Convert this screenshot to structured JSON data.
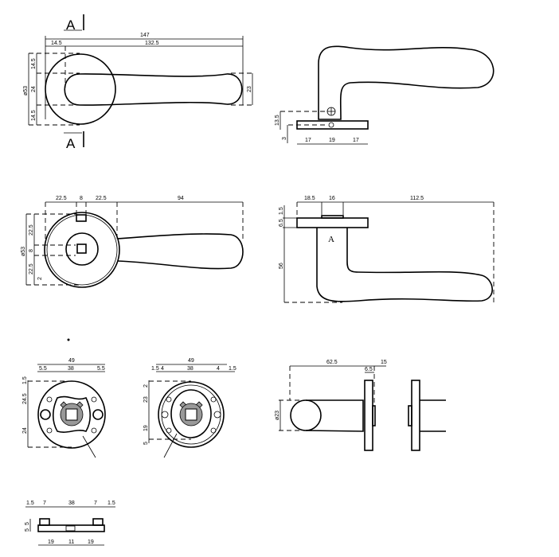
{
  "title": "Lever handle on round rosette - technical drawing",
  "section_marker": "A",
  "section_label": "A",
  "view_top": {
    "d_total": "147",
    "d_offset": "14.5",
    "d_lever": "132.5",
    "d_rosette": "ø53",
    "d_upper": "14.5",
    "d_mid": "24",
    "d_lower": "14.5",
    "d_grip": "23"
  },
  "view_side_top": {
    "d_height": "13.5",
    "d_plate": "3",
    "d_left": "17",
    "d_mid": "19",
    "d_right": "17"
  },
  "view_back": {
    "d_a": "22.5",
    "d_b": "8",
    "d_c": "22.5",
    "d_lever": "94",
    "d_rosette": "ø53",
    "d_up": "22.5",
    "d_sq": "8",
    "d_down": "22.5",
    "d_small": "2"
  },
  "view_side": {
    "d_a": "18.5",
    "d_b": "16",
    "d_c": "112.5",
    "d_top": "1.5",
    "d_plate": "6.5",
    "d_drop": "56"
  },
  "rosette_base_1": {
    "d_total": "49",
    "d_l": "5.5",
    "d_mid": "38",
    "d_r": "5.5",
    "d_top": "1.5",
    "d_up": "24.5",
    "d_down": "24"
  },
  "rosette_base_2": {
    "d_total": "49",
    "d_l1": "1.5",
    "d_l2": "4",
    "d_mid": "38",
    "d_r2": "4",
    "d_r1": "1.5",
    "d_top": "2",
    "d_up": "23",
    "d_down": "19",
    "d_bot": "5"
  },
  "view_end": {
    "d_len": "62.5",
    "d_plate": "6.5",
    "d_edge": "15",
    "d_dia": "ø23"
  },
  "view_bottom": {
    "d_l1": "1.5",
    "d_l2": "7",
    "d_mid": "38",
    "d_r2": "7",
    "d_r1": "1.5",
    "d_h1": "5",
    "d_h2": "5",
    "d_b1": "19",
    "d_b2": "11",
    "d_b3": "19"
  }
}
